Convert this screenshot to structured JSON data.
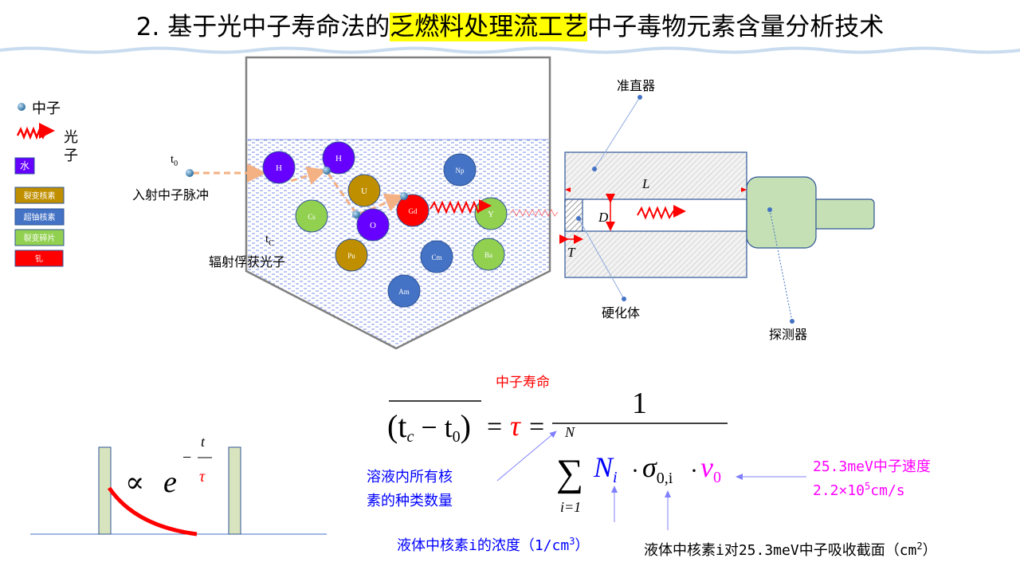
{
  "title": {
    "prefix": "2. 基于光中子寿命法的",
    "highlight": "乏燃料处理流工艺",
    "suffix": "中子毒物元素含量分析技术"
  },
  "legend": {
    "neutron": "中子",
    "photon_1": "光",
    "photon_2": "子",
    "boxes": [
      {
        "label": "水",
        "color": "#6600ff"
      },
      {
        "label": "裂变核素",
        "color": "#bf8f00"
      },
      {
        "label": "超铀核素",
        "color": "#4472c4"
      },
      {
        "label": "裂变碎片",
        "color": "#92d050"
      },
      {
        "label": "钆",
        "color": "#ff0000"
      }
    ]
  },
  "tank": {
    "t0": "t",
    "t0_sub": "0",
    "incident_label": "入射中子脉冲",
    "tc": "t",
    "tc_sub": "C",
    "capture_label": "辐射俘获光子",
    "nuclides": [
      {
        "label": "H",
        "type": "water"
      },
      {
        "label": "H",
        "type": "water"
      },
      {
        "label": "U",
        "type": "fission"
      },
      {
        "label": "Cs",
        "type": "fragment"
      },
      {
        "label": "O",
        "type": "water"
      },
      {
        "label": "Gd",
        "type": "gd"
      },
      {
        "label": "Np",
        "type": "transuranic"
      },
      {
        "label": "Y",
        "type": "fragment"
      },
      {
        "label": "Pu",
        "type": "fission"
      },
      {
        "label": "Cm",
        "type": "transuranic"
      },
      {
        "label": "Ba",
        "type": "fragment"
      },
      {
        "label": "Am",
        "type": "transuranic"
      }
    ]
  },
  "detector": {
    "collimator": "准直器",
    "hardener": "硬化体",
    "detector": "探测器",
    "L": "L",
    "D": "D",
    "T": "T"
  },
  "decay": {
    "prop": "∝",
    "e": "e",
    "minus": "−",
    "t": "t",
    "tau": "τ"
  },
  "formula": {
    "lifetime_label": "中子寿命",
    "lhs": "(t",
    "lhs_c": "c",
    "lhs_mid": " − t",
    "lhs_0": "0",
    "lhs_close": ")",
    "eq1": "=",
    "tau": "τ",
    "eq2": "=",
    "numerator": "1",
    "sum": "∑",
    "sum_top": "N",
    "sum_bottom": "i=1",
    "Ni": "N",
    "Ni_sub": "i",
    "dot": "·",
    "sigma": "σ",
    "sigma_sub": "0,i",
    "v": "v",
    "v_sub": "0",
    "note_species_1": "溶液内所有核",
    "note_species_2": "素的种类数量",
    "note_speed_1": "25.3meV中子速度",
    "note_speed_2a": "2.2×10",
    "note_speed_2sup": "5",
    "note_speed_2b": "cm/s",
    "note_conc": "液体中核素i的浓度（1/cm",
    "note_conc_sup": "3",
    "note_conc_end": "）",
    "note_xs": "液体中核素i对25.3meV中子吸收截面（cm",
    "note_xs_sup": "2",
    "note_xs_end": "）"
  },
  "colors": {
    "water": "#6600ff",
    "fission": "#bf8f00",
    "transuranic": "#4472c4",
    "fragment": "#92d050",
    "gd": "#ff0000",
    "blue_text": "#0000ff",
    "magenta": "#ff00ff"
  }
}
